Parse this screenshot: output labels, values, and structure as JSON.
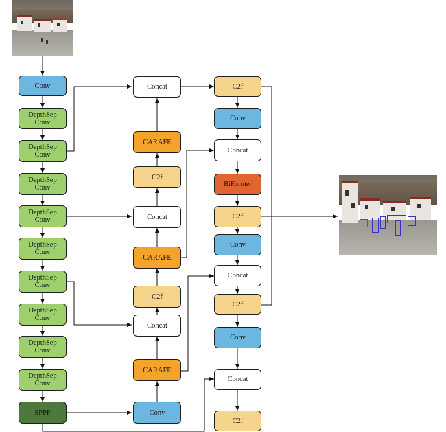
{
  "nodes": {
    "b_conv": "Conv",
    "b_ds1": "DepthSep\nConv",
    "b_ds2": "DepthSep\nConv",
    "b_ds3": "DepthSep\nConv",
    "b_ds4": "DepthSep\nConv",
    "b_ds5": "DepthSep\nConv",
    "b_ds6": "DepthSep\nConv",
    "b_ds7": "DepthSep\nConv",
    "b_ds8": "DepthSep\nConv",
    "b_ds9": "DepthSep\nConv",
    "b_sppf": "SPPF",
    "n_concat1": "Concat",
    "n_carafe1": "CARAFE",
    "n_c2f1": "C2f",
    "n_concat2": "Concat",
    "n_carafe2": "CARAFE",
    "n_c2f2": "C2f",
    "n_concat3": "Concat",
    "n_carafe3": "CARAFE",
    "n_conv": "Conv",
    "h_c2f1": "C2f",
    "h_conv1": "Conv",
    "h_concat1": "Concat",
    "h_biformer": "BiFormer",
    "h_c2f2": "C2f",
    "h_conv2": "Conv",
    "h_concat2": "Concat",
    "h_c2f3": "C2f",
    "h_conv3": "Conv",
    "h_concat3": "Concat",
    "h_c2f4": "C2f"
  },
  "colors": {
    "conv": "#6cb7e0",
    "depthsep": "#9ed06e",
    "sppf": "#4d7a3c",
    "concat": "#ffffff",
    "c2f": "#f6d48c",
    "carafe": "#f5a42b",
    "biformer": "#e06530"
  }
}
